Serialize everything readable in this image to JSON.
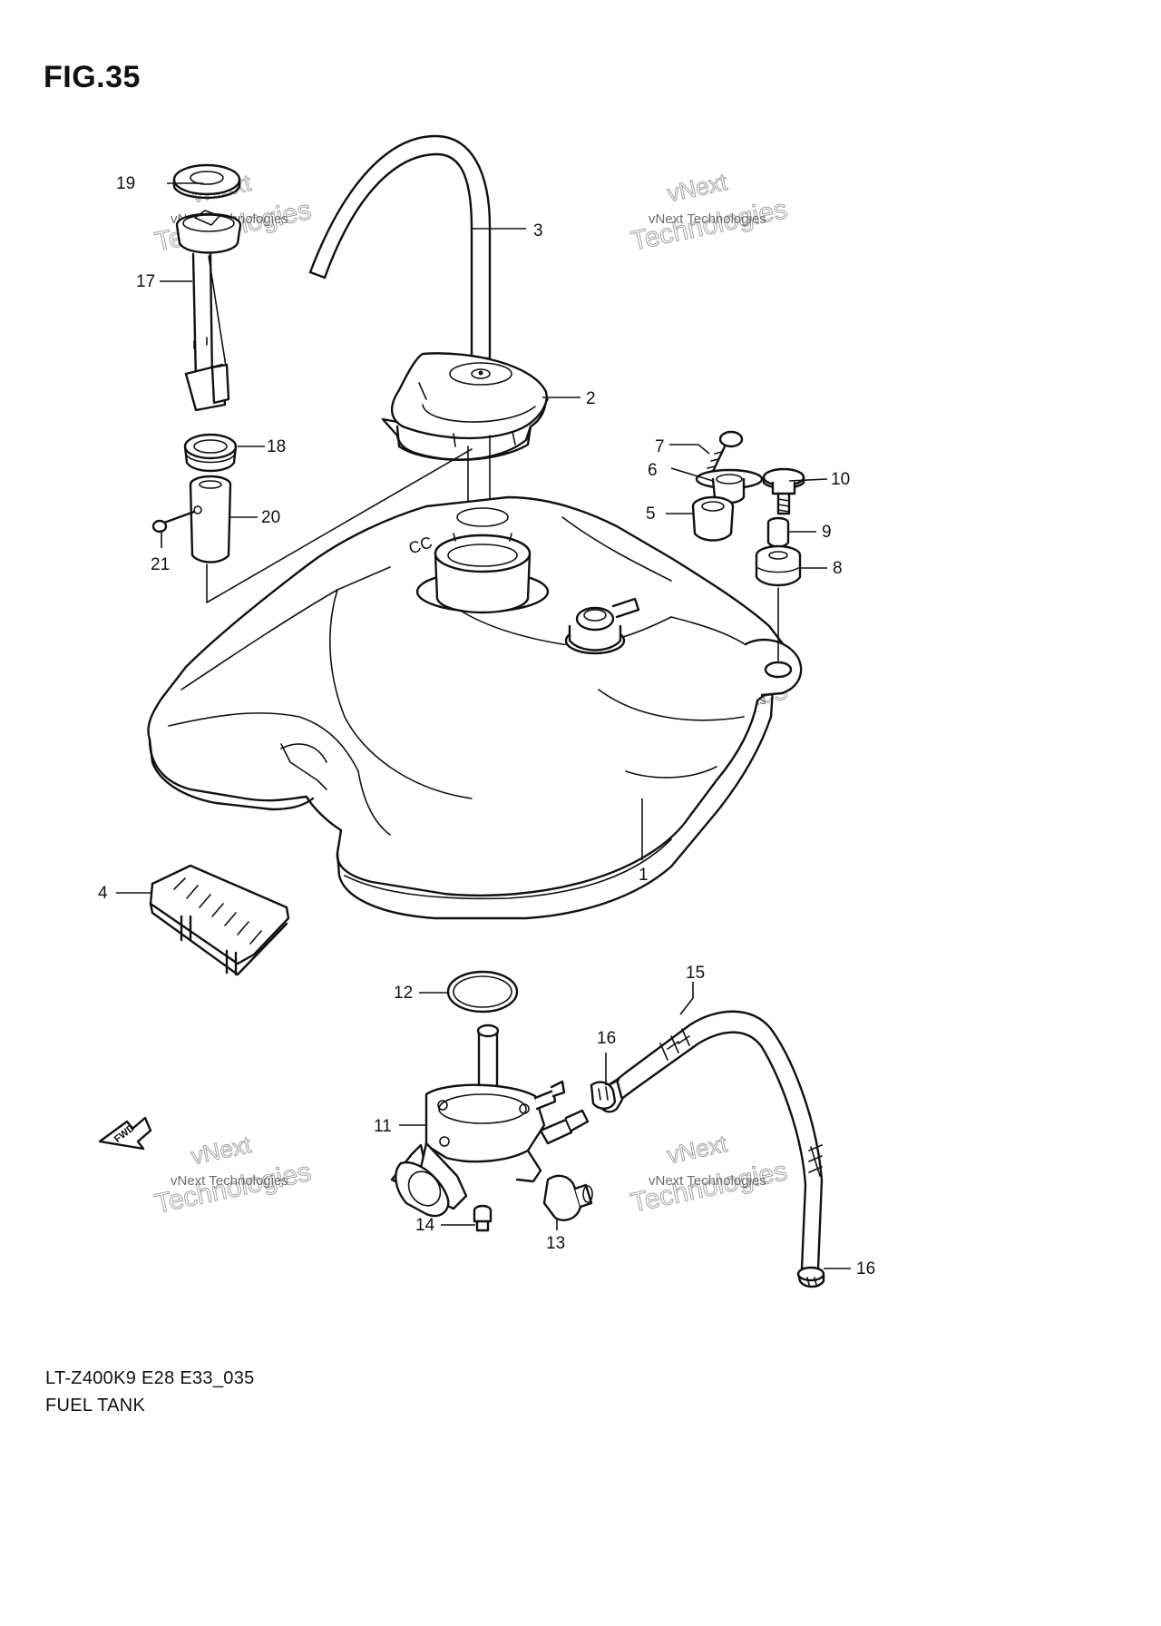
{
  "figure": {
    "title": "FIG.35",
    "model_code": "LT-Z400K9 E28 E33_035",
    "part_name": "FUEL TANK"
  },
  "callouts": [
    "1",
    "2",
    "3",
    "4",
    "5",
    "6",
    "7",
    "8",
    "9",
    "10",
    "11",
    "12",
    "13",
    "14",
    "15",
    "16",
    "16",
    "17",
    "18",
    "19",
    "20",
    "21"
  ],
  "direction_label": "FWD",
  "watermark": {
    "small": "vNext Technologies",
    "line1": "vNext",
    "line2": "Technologies"
  },
  "colors": {
    "ink": "#111111",
    "watermark": "#9a9a9a",
    "background": "#ffffff"
  }
}
